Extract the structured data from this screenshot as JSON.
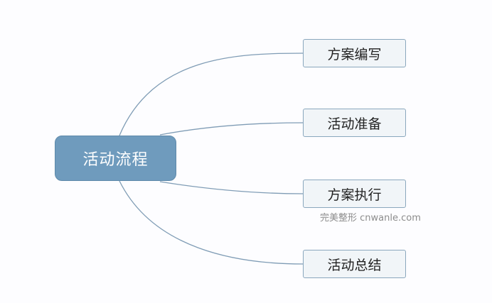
{
  "diagram": {
    "root": {
      "label": "活动流程"
    },
    "children": [
      {
        "label": "方案编写"
      },
      {
        "label": "活动准备"
      },
      {
        "label": "方案执行"
      },
      {
        "label": "活动总结"
      }
    ],
    "colors": {
      "root_fill": "#6f9bbd",
      "child_fill": "#f1f5f8",
      "child_border": "#8aa7bd",
      "connector": "#7f9cb5"
    }
  },
  "watermark": {
    "text": "完美整形 cnwanle.com"
  }
}
